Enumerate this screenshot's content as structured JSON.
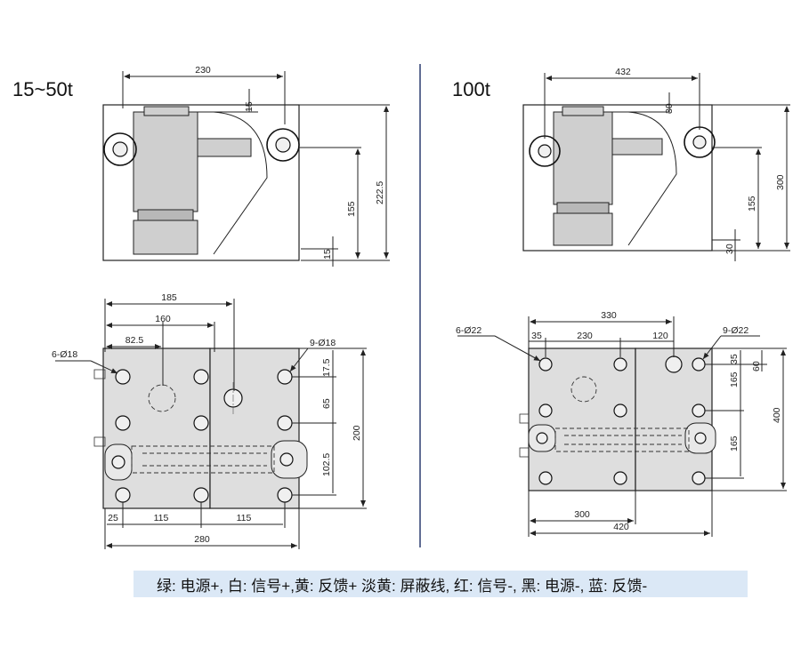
{
  "left_model": {
    "title": "15~50t",
    "top_view": {
      "width": "230",
      "top_offset": "15",
      "height_total": "222.5",
      "height_mid": "155",
      "bottom_offset": "15"
    },
    "plan_view": {
      "dim_185": "185",
      "dim_160": "160",
      "dim_82_5": "82.5",
      "hole_small": "6-Ø18",
      "hole_large": "9-Ø18",
      "dim_17_5": "17.5",
      "dim_65": "65",
      "dim_200": "200",
      "dim_102_5": "102.5",
      "dim_25": "25",
      "dim_115_a": "115",
      "dim_115_b": "115",
      "dim_280": "280"
    }
  },
  "right_model": {
    "title": "100t",
    "top_view": {
      "width": "432",
      "top_offset": "30",
      "height_total": "300",
      "height_mid": "155",
      "bottom_offset": "30"
    },
    "plan_view": {
      "dim_330": "330",
      "dim_35": "35",
      "dim_230": "230",
      "dim_120": "120",
      "hole_small": "6-Ø22",
      "hole_large": "9-Ø22",
      "dim_35_v": "35",
      "dim_60": "60",
      "dim_165_top": "165",
      "dim_165_bottom": "165",
      "dim_400": "400",
      "dim_300": "300",
      "dim_420": "420"
    }
  },
  "legend": "绿: 电源+, 白: 信号+,黄: 反馈+  淡黄: 屏蔽线, 红: 信号-, 黑: 电源-, 蓝: 反馈-"
}
